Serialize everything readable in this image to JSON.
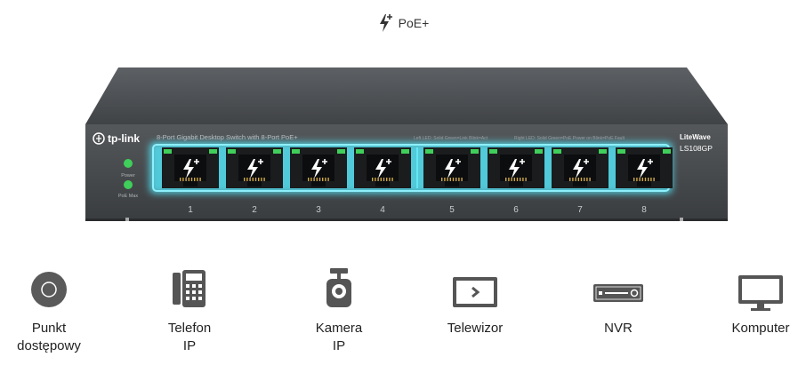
{
  "header": {
    "poe_label": "PoE+"
  },
  "switch": {
    "brand": "tp-link",
    "description": "8-Port Gigabit Desktop Switch with 8-Port PoE+",
    "series": "LiteWave",
    "model": "LS108GP",
    "led_left_legend": "Left LED: Solid Green=Link Blink=Act",
    "led_right_legend": "Right LED: Solid Green=PoE Power on  Blink=PoE Fault",
    "power_label": "Power",
    "poe_max_label": "PoE Max",
    "port_numbers": [
      "1",
      "2",
      "3",
      "4",
      "5",
      "6",
      "7",
      "8"
    ]
  },
  "devices": [
    {
      "name": "access-point",
      "label_line1": "Punkt",
      "label_line2": "dostępowy",
      "icon": "access-point-icon"
    },
    {
      "name": "ip-phone",
      "label_line1": "Telefon",
      "label_line2": "IP",
      "icon": "ip-phone-icon"
    },
    {
      "name": "ip-camera",
      "label_line1": "Kamera",
      "label_line2": "IP",
      "icon": "ip-camera-icon"
    },
    {
      "name": "television",
      "label_line1": "Telewizor",
      "label_line2": "",
      "icon": "tv-icon"
    },
    {
      "name": "nvr",
      "label_line1": "NVR",
      "label_line2": "",
      "icon": "nvr-icon"
    },
    {
      "name": "computer",
      "label_line1": "Komputer",
      "label_line2": "",
      "icon": "computer-icon"
    }
  ],
  "colors": {
    "switch_body": "#3c3f42",
    "switch_front": "#4a4d50",
    "port_glow": "#4fd6e8",
    "led_green": "#3fcf5a",
    "icon_gray": "#555555"
  }
}
